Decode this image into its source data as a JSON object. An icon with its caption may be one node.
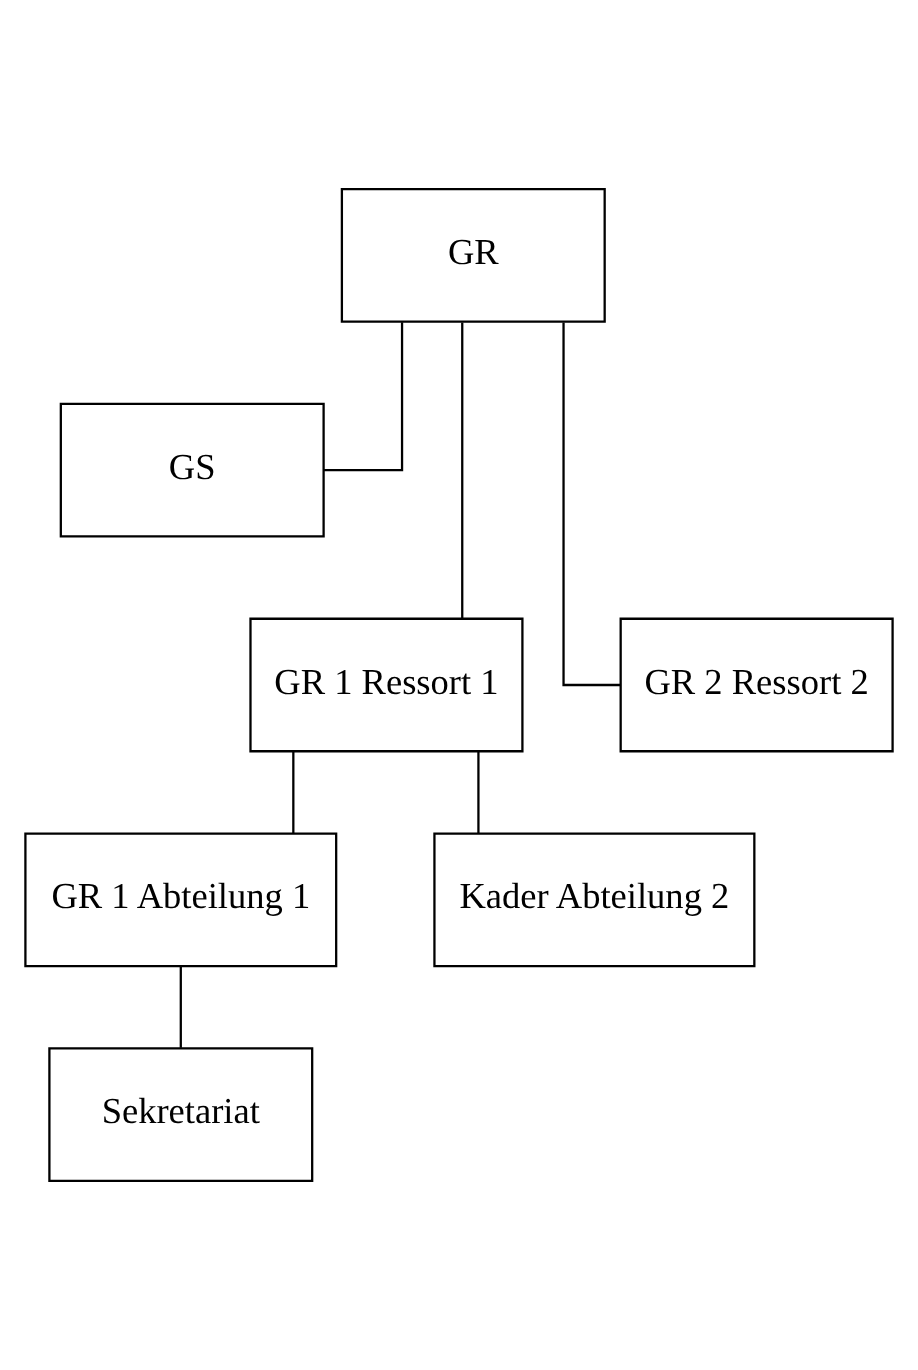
{
  "diagram": {
    "nodes": [
      {
        "text": [
          "GR"
        ]
      },
      {
        "text": [
          "GS"
        ]
      },
      {
        "text": [
          "GR 1 Ressort 1"
        ]
      },
      {
        "text": [
          "GR 2 Ressort 2"
        ]
      },
      {
        "text": [
          "GR 1 Abteilung 1"
        ]
      },
      {
        "text": [
          "Kader Abteilung 2"
        ]
      },
      {
        "text": [
          "Sekretariat"
        ]
      }
    ],
    "edges": [
      {
        "from": 0,
        "to": 1,
        "arrow": "none"
      },
      {
        "from": 0,
        "to": 2,
        "arrow": "none"
      },
      {
        "from": 0,
        "to": 3,
        "arrow": "none"
      },
      {
        "from": 2,
        "to": 4,
        "arrow": "none"
      },
      {
        "from": 2,
        "to": 5,
        "arrow": "none"
      },
      {
        "from": 4,
        "to": 6,
        "arrow": "none"
      }
    ]
  }
}
